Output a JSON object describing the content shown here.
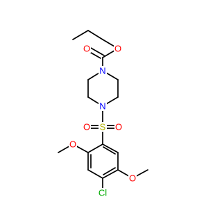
{
  "molecule": {
    "colors": {
      "carbon_bond": "#000000",
      "oxygen": "#ff0000",
      "nitrogen": "#0000ff",
      "sulfur": "#b2b200",
      "chlorine": "#00aa00"
    },
    "atoms": {
      "o_carbonyl": "O",
      "o_ester": "O",
      "n_top": "N",
      "n_bottom": "N",
      "s_sulfonyl": "S",
      "o_sulfonyl_left": "O",
      "o_sulfonyl_right": "O",
      "o_methoxy_left": "O",
      "o_methoxy_right": "O",
      "cl": "Cl"
    }
  }
}
